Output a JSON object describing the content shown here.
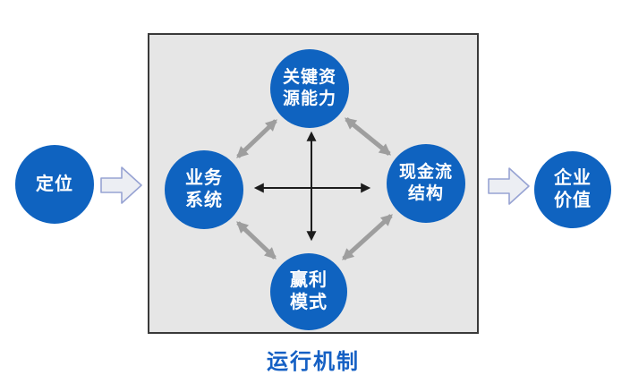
{
  "colors": {
    "node_blue": "#0f63c0",
    "node_text": "#ffffff",
    "box_fill": "#e6e6e6",
    "box_border": "#3a3a3a",
    "gray_arrow": "#9e9e9e",
    "black_arrow": "#1c1c1c",
    "block_arrow_fill": "#eceef3",
    "block_arrow_border": "#97a3d3",
    "caption_blue": "#1560c4"
  },
  "nodes": {
    "positioning": {
      "label": "定位"
    },
    "key_resources": {
      "label": "关键资\n源能力"
    },
    "business_system": {
      "label": "业务\n系统"
    },
    "cash_flow": {
      "label": "现金流\n结构"
    },
    "profit_model": {
      "label": "赢利\n模式"
    },
    "enterprise_value": {
      "label": "企业\n价值"
    }
  },
  "caption": "运行机制"
}
